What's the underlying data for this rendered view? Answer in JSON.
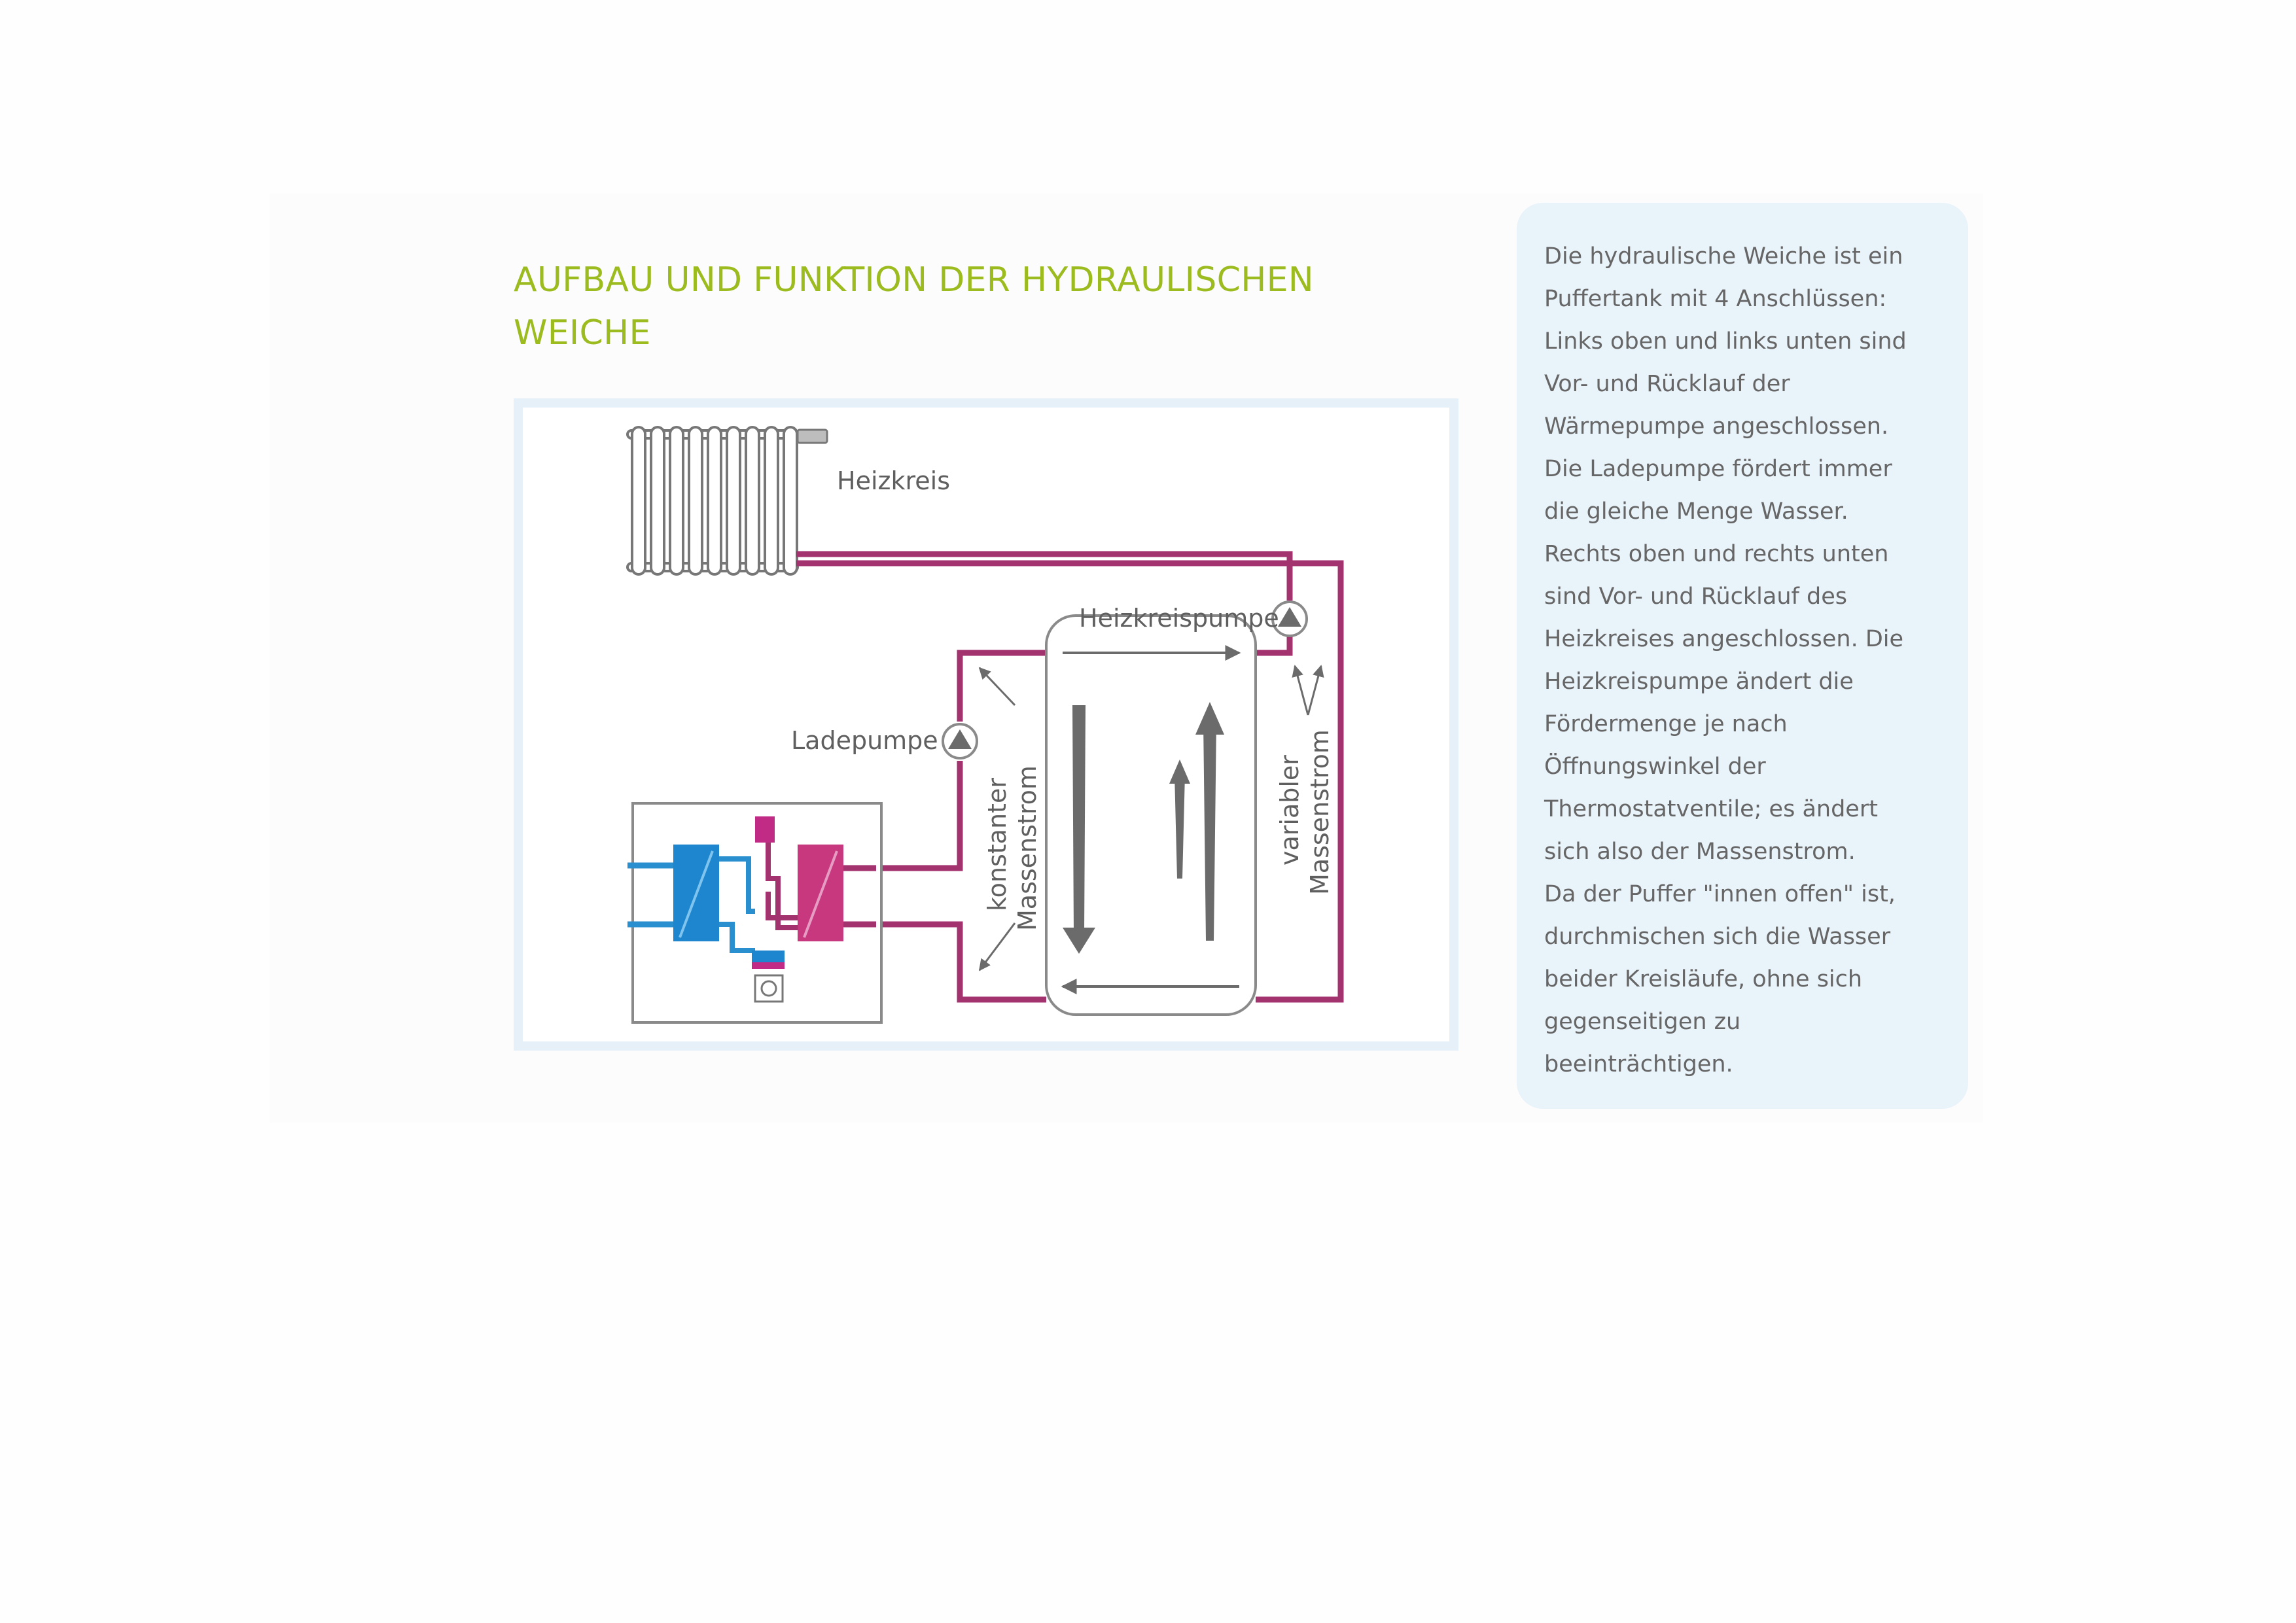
{
  "heading": {
    "line1": "AUFBAU UND FUNKTION DER HYDRAULISCHEN",
    "line2": "WEICHE"
  },
  "diagram": {
    "labels": {
      "heizkreis": "Heizkreis",
      "heizkreispumpe": "Heizkreispumpe",
      "ladepumpe": "Ladepumpe",
      "konstanter": "konstanter",
      "konstanter_massenstrom": "Massenstrom",
      "variabler": "variabler",
      "variabler_massenstrom": "Massenstrom"
    },
    "colors": {
      "pipe": "#a3336f",
      "cold_pipe": "#2a8fcf",
      "arrow": "#6b6b6b",
      "outline": "#8a8a8a"
    }
  },
  "sidebar": {
    "lines": [
      "Die hydraulische Weiche ist ein",
      "Puffertank mit 4 Anschlüssen:",
      "Links oben und links unten sind",
      "Vor- und Rücklauf der",
      "Wärmepumpe angeschlossen.",
      "Die Ladepumpe fördert immer",
      "die gleiche Menge Wasser.",
      "Rechts oben und rechts unten",
      "sind Vor- und Rücklauf des",
      "Heizkreises angeschlossen. Die",
      "Heizkreispumpe ändert die",
      "Fördermenge je nach",
      "Öffnungswinkel der",
      "Thermostatventile; es ändert",
      "sich also der Massenstrom.",
      "Da der Puffer \"innen offen\" ist,",
      "durchmischen sich die Wasser",
      "beider Kreisläufe, ohne sich",
      "gegenseitigen zu",
      "beeinträchtigen."
    ]
  }
}
